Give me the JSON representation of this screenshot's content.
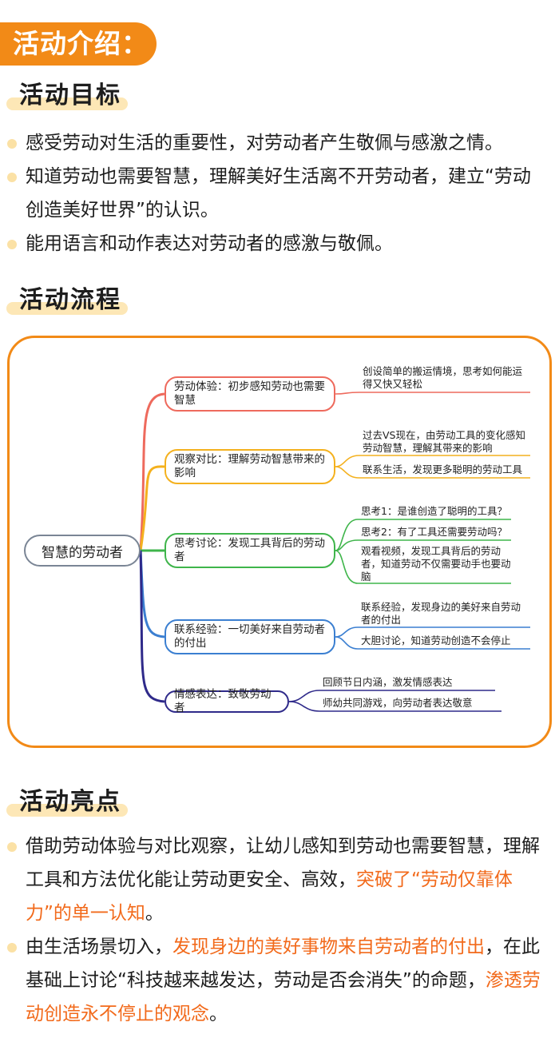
{
  "banner": {
    "title": "活动介绍："
  },
  "goals": {
    "title": "活动目标",
    "items": [
      "感受劳动对生活的重要性，对劳动者产生敬佩与感激之情。",
      "知道劳动也需要智慧，理解美好生活离不开劳动者，建立“劳动创造美好世界”的认识。",
      "能用语言和动作表达对劳动者的感激与敬佩。"
    ]
  },
  "process": {
    "title": "活动流程",
    "root": "智慧的劳动者",
    "branches": [
      {
        "label": "劳动体验：初步感知劳动也需要智慧",
        "color": "#ee6a5d",
        "leaves": [
          "创设简单的搬运情境，思考如何能运得又快又轻松"
        ]
      },
      {
        "label": "观察对比：理解劳动智慧带来的影响",
        "color": "#f4b11e",
        "leaves": [
          "过去VS现在，由劳动工具的变化感知劳动智慧，理解其带来的影响",
          "联系生活，发现更多聪明的劳动工具"
        ]
      },
      {
        "label": "思考讨论：发现工具背后的劳动者",
        "color": "#3fb54b",
        "leaves": [
          "思考1：是谁创造了聪明的工具？",
          "思考2：有了工具还需要劳动吗？",
          "观看视频，发现工具背后的劳动者，知道劳动不仅需要动手也要动脑"
        ]
      },
      {
        "label": "联系经验：一切美好来自劳动者的付出",
        "color": "#3b7fd1",
        "leaves": [
          "联系经验，发现身边的美好来自劳动者的付出",
          "大胆讨论，知道劳动创造不会停止"
        ]
      },
      {
        "label": "情感表达：致敬劳动者",
        "color": "#2f2a8a",
        "leaves": [
          "回顾节日内涵，激发情感表达",
          "师幼共同游戏，向劳动者表达敬意"
        ]
      }
    ]
  },
  "highlights": {
    "title": "活动亮点",
    "item1": {
      "a": "借助劳动体验与对比观察，让幼儿感知到劳动也需要智慧，理解工具和方法优化能让劳动更安全、高效，",
      "b": "突破了“劳动仅靠体力”的单一认知",
      "c": "。"
    },
    "item2": {
      "a": "由生活场景切入，",
      "b": "发现身边的美好事物来自劳动者的付出",
      "c": "，在此基础上讨论“科技越来越发达，劳动是否会消失”的命题，",
      "d": "渗透劳动创造永不停止的观念",
      "e": "。"
    }
  },
  "colors": {
    "accent": "#f28a17",
    "highlight_text": "#f26a1b",
    "bullet_dot": "#fbe1a5"
  }
}
